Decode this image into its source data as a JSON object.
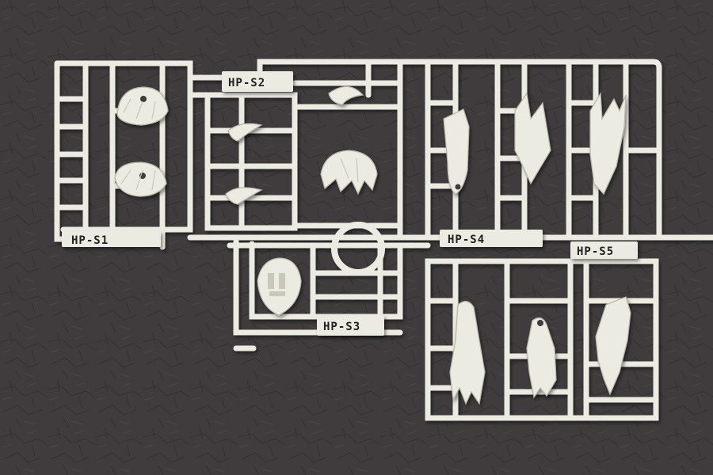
{
  "photo": {
    "subject_colors": {
      "background": "#3f3b3c",
      "plastic": "#ecebe2",
      "plastic_shadow": "#c9c7bb"
    },
    "labels": {
      "s1": "HP-S1",
      "s2": "HP-S2",
      "s3": "HP-S3",
      "s4": "HP-S4",
      "s5": "HP-S5"
    }
  }
}
